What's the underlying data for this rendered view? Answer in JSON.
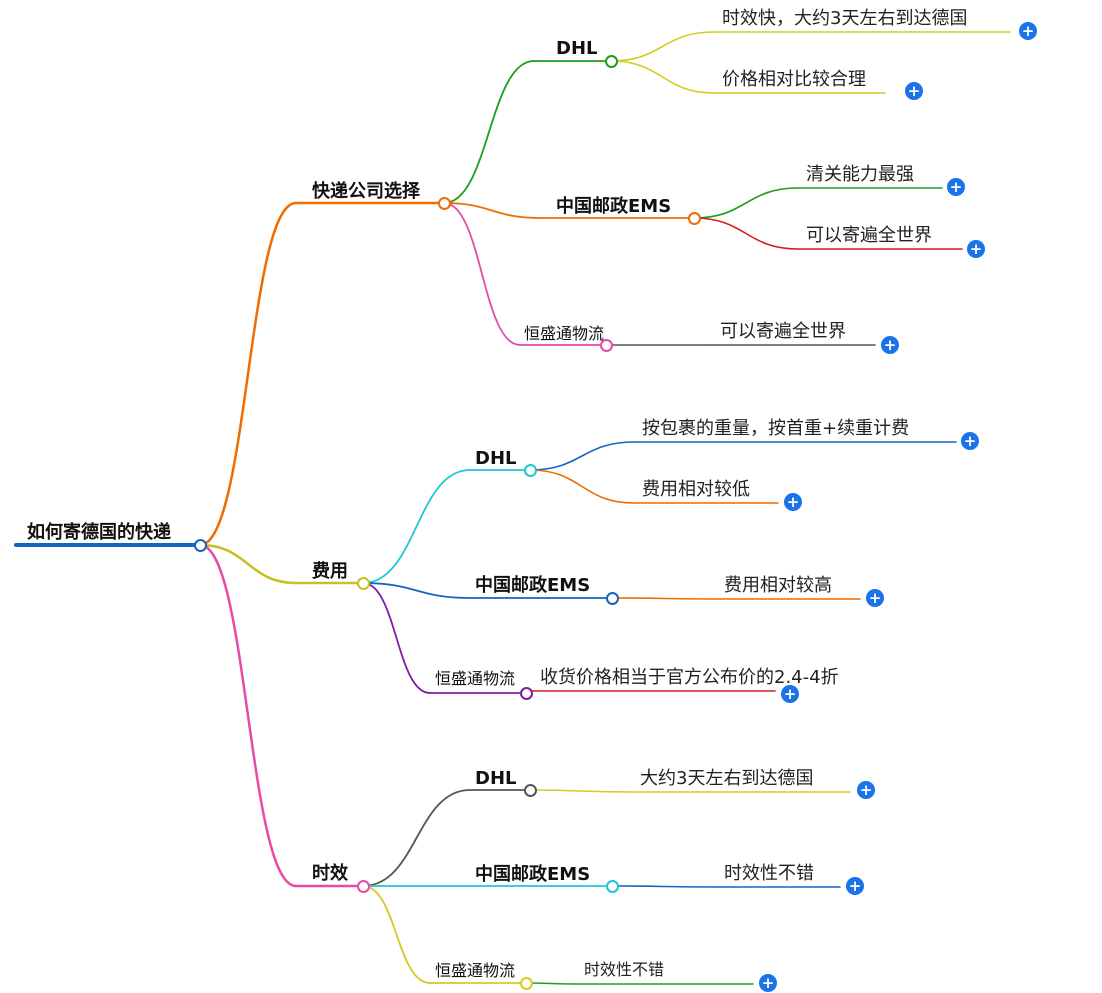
{
  "mindmap": {
    "root": {
      "label": "如何寄德国的快递",
      "color": "#1565c0"
    },
    "branches": [
      {
        "label": "快递公司选择",
        "color": "#ef6c00",
        "children": [
          {
            "label": "DHL",
            "color": "#1e9e1e",
            "leaves": [
              {
                "label": "时效快，大约3天左右到达德国",
                "color": "#d4cc1e"
              },
              {
                "label": "价格相对比较合理",
                "color": "#d4cc1e"
              }
            ]
          },
          {
            "label": "中国邮政EMS",
            "color": "#ef6c00",
            "leaves": [
              {
                "label": "清关能力最强",
                "color": "#1e9e1e"
              },
              {
                "label": "可以寄遍全世界",
                "color": "#d81b1b"
              }
            ]
          },
          {
            "label": "恒盛通物流",
            "color": "#e84aa8",
            "leaves": [
              {
                "label": "可以寄遍全世界",
                "color": "#555555"
              }
            ]
          }
        ]
      },
      {
        "label": "费用",
        "color": "#c8c21e",
        "children": [
          {
            "label": "DHL",
            "color": "#1ec8d4",
            "leaves": [
              {
                "label": "按包裹的重量，按首重+续重计费",
                "color": "#1565c0"
              },
              {
                "label": "费用相对较低",
                "color": "#ef6c00"
              }
            ]
          },
          {
            "label": "中国邮政EMS",
            "color": "#1565c0",
            "leaves": [
              {
                "label": "费用相对较高",
                "color": "#ef6c00"
              }
            ]
          },
          {
            "label": "恒盛通物流",
            "color": "#7b1fa2",
            "leaves": [
              {
                "label": "收货价格相当于官方公布价的2.4-4折",
                "color": "#d81b1b"
              }
            ]
          }
        ]
      },
      {
        "label": "时效",
        "color": "#e84aa8",
        "children": [
          {
            "label": "DHL",
            "color": "#555555",
            "leaves": [
              {
                "label": "大约3天左右到达德国",
                "color": "#d4cc1e"
              }
            ]
          },
          {
            "label": "中国邮政EMS",
            "color": "#1ec8d4",
            "leaves": [
              {
                "label": "时效性不错",
                "color": "#1565c0"
              }
            ]
          },
          {
            "label": "恒盛通物流",
            "color": "#d4cc1e",
            "leaves": [
              {
                "label": "时效性不错",
                "color": "#1e9e1e"
              }
            ]
          }
        ]
      }
    ],
    "expand_icon": "plus-circle-icon"
  }
}
